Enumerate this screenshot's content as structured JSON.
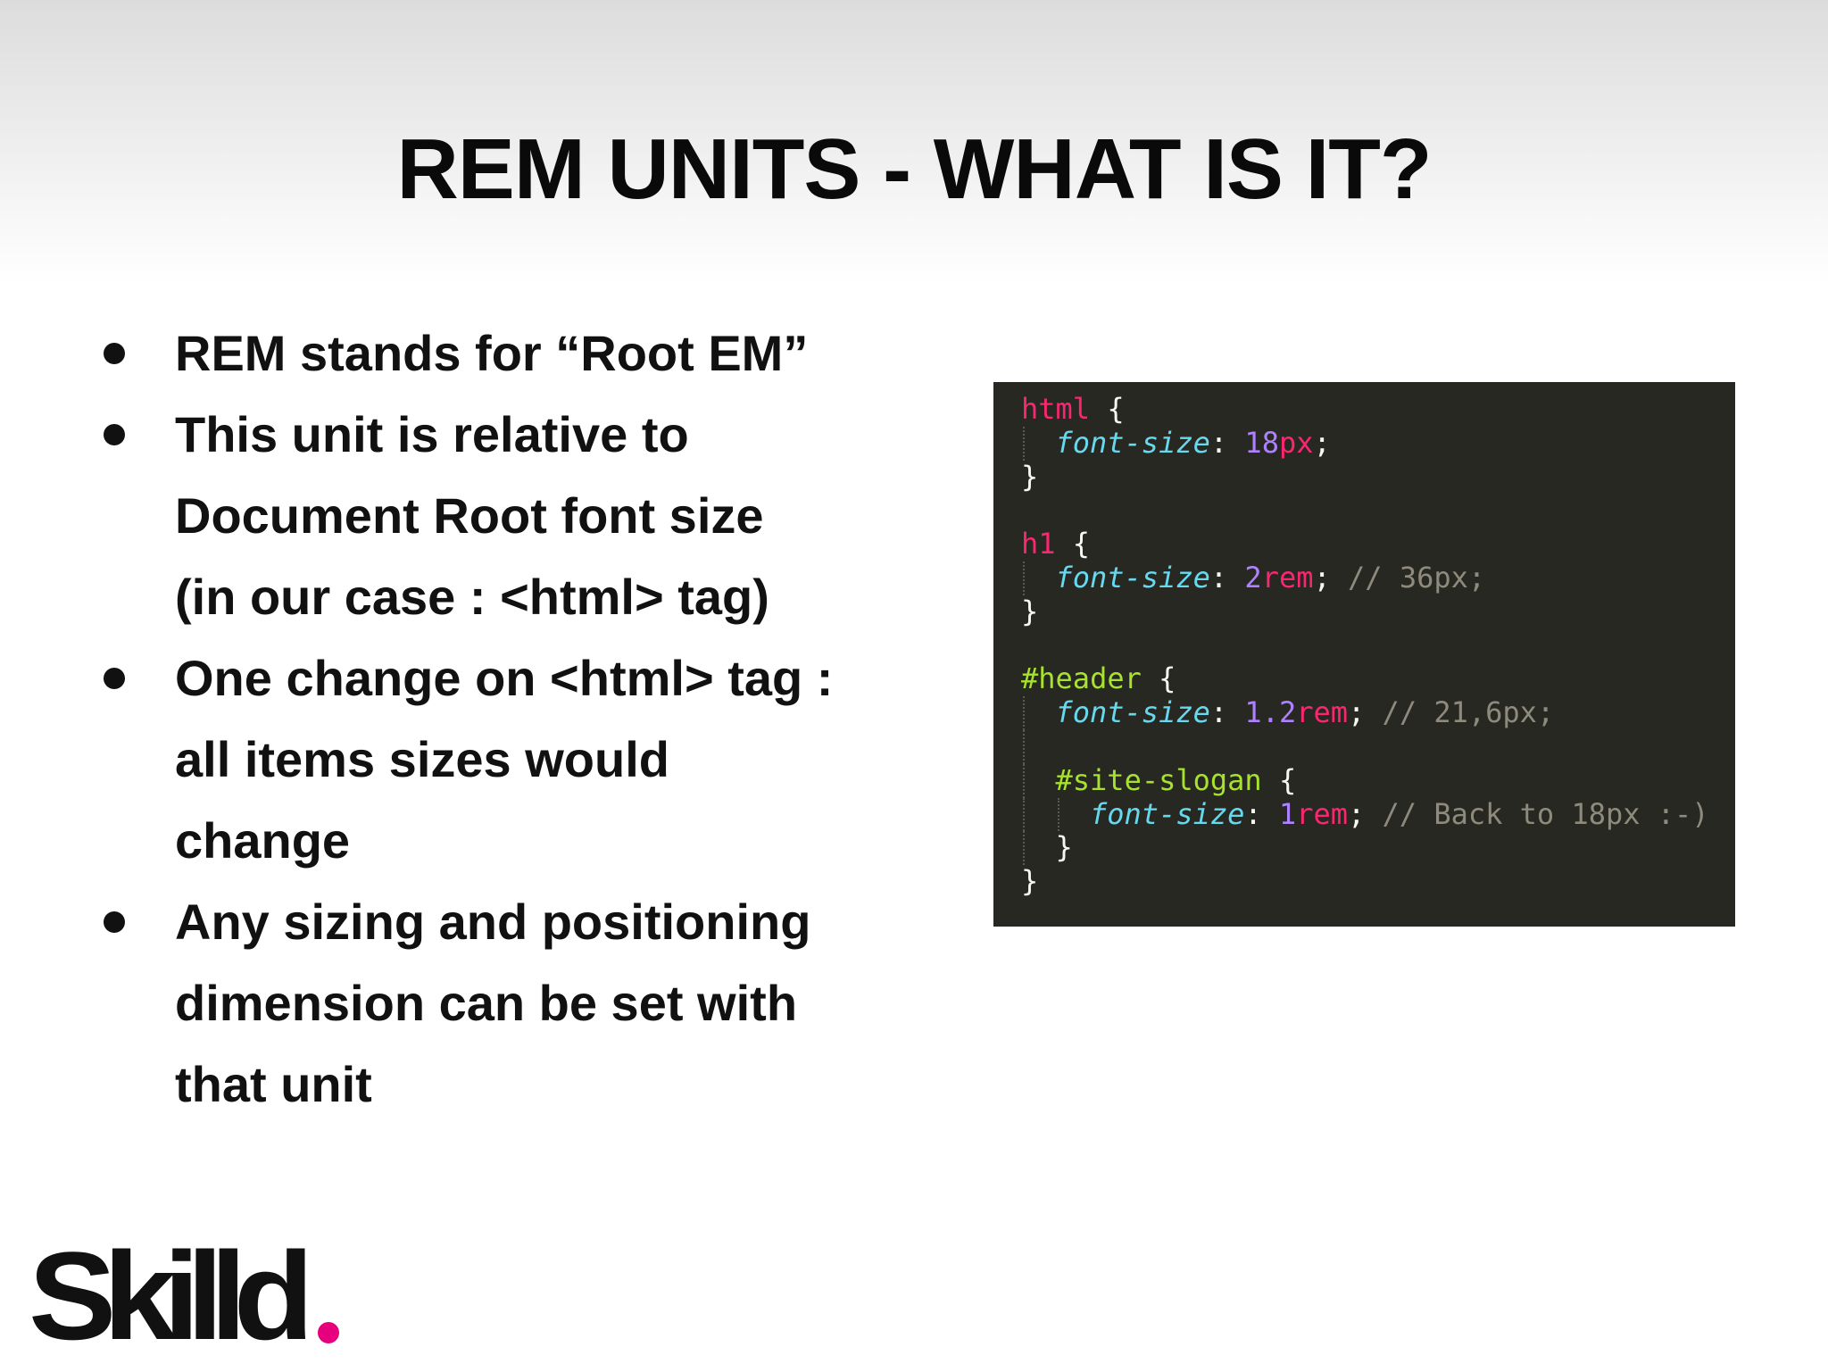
{
  "slide": {
    "title": "REM UNITS - WHAT IS IT?"
  },
  "bullets": [
    {
      "lines": [
        "REM stands for “Root EM”"
      ]
    },
    {
      "lines": [
        "This unit is relative to",
        "Document Root font size",
        "(in our case : <html> tag)"
      ]
    },
    {
      "lines": [
        "One change on <html> tag :",
        "all items sizes would",
        "change"
      ]
    },
    {
      "lines": [
        "Any sizing and positioning",
        "dimension can be set with",
        "that unit"
      ]
    }
  ],
  "code": {
    "lines": [
      {
        "depth": 0,
        "tokens": [
          {
            "t": "html",
            "c": "tag"
          },
          {
            "t": " {",
            "c": "punc"
          }
        ]
      },
      {
        "depth": 1,
        "tokens": [
          {
            "t": "font-size",
            "c": "prop"
          },
          {
            "t": ": ",
            "c": "punc"
          },
          {
            "t": "18",
            "c": "num"
          },
          {
            "t": "px",
            "c": "unit"
          },
          {
            "t": ";",
            "c": "punc"
          }
        ]
      },
      {
        "depth": 0,
        "tokens": [
          {
            "t": "}",
            "c": "punc"
          }
        ]
      },
      {
        "depth": 0,
        "tokens": []
      },
      {
        "depth": 0,
        "tokens": [
          {
            "t": "h1",
            "c": "tag"
          },
          {
            "t": " {",
            "c": "punc"
          }
        ]
      },
      {
        "depth": 1,
        "tokens": [
          {
            "t": "font-size",
            "c": "prop"
          },
          {
            "t": ": ",
            "c": "punc"
          },
          {
            "t": "2",
            "c": "num"
          },
          {
            "t": "rem",
            "c": "unit"
          },
          {
            "t": "; ",
            "c": "punc"
          },
          {
            "t": "// 36px;",
            "c": "comment"
          }
        ]
      },
      {
        "depth": 0,
        "tokens": [
          {
            "t": "}",
            "c": "punc"
          }
        ]
      },
      {
        "depth": 0,
        "tokens": []
      },
      {
        "depth": 0,
        "tokens": [
          {
            "t": "#header",
            "c": "id"
          },
          {
            "t": " {",
            "c": "punc"
          }
        ]
      },
      {
        "depth": 1,
        "tokens": [
          {
            "t": "font-size",
            "c": "prop"
          },
          {
            "t": ": ",
            "c": "punc"
          },
          {
            "t": "1.2",
            "c": "num"
          },
          {
            "t": "rem",
            "c": "unit"
          },
          {
            "t": "; ",
            "c": "punc"
          },
          {
            "t": "// 21,6px;",
            "c": "comment"
          }
        ]
      },
      {
        "depth": 1,
        "tokens": []
      },
      {
        "depth": 1,
        "tokens": [
          {
            "t": "#site-slogan",
            "c": "id"
          },
          {
            "t": " {",
            "c": "punc"
          }
        ]
      },
      {
        "depth": 2,
        "tokens": [
          {
            "t": "font-size",
            "c": "prop"
          },
          {
            "t": ": ",
            "c": "punc"
          },
          {
            "t": "1",
            "c": "num"
          },
          {
            "t": "rem",
            "c": "unit"
          },
          {
            "t": "; ",
            "c": "punc"
          },
          {
            "t": "// Back to 18px :-)",
            "c": "comment"
          }
        ]
      },
      {
        "depth": 1,
        "tokens": [
          {
            "t": "}",
            "c": "punc"
          }
        ]
      },
      {
        "depth": 0,
        "tokens": [
          {
            "t": "}",
            "c": "punc"
          }
        ]
      }
    ]
  },
  "logo": {
    "wordmark": "Skilld",
    "dot_color": "#e6007e",
    "text_color": "#111111"
  }
}
